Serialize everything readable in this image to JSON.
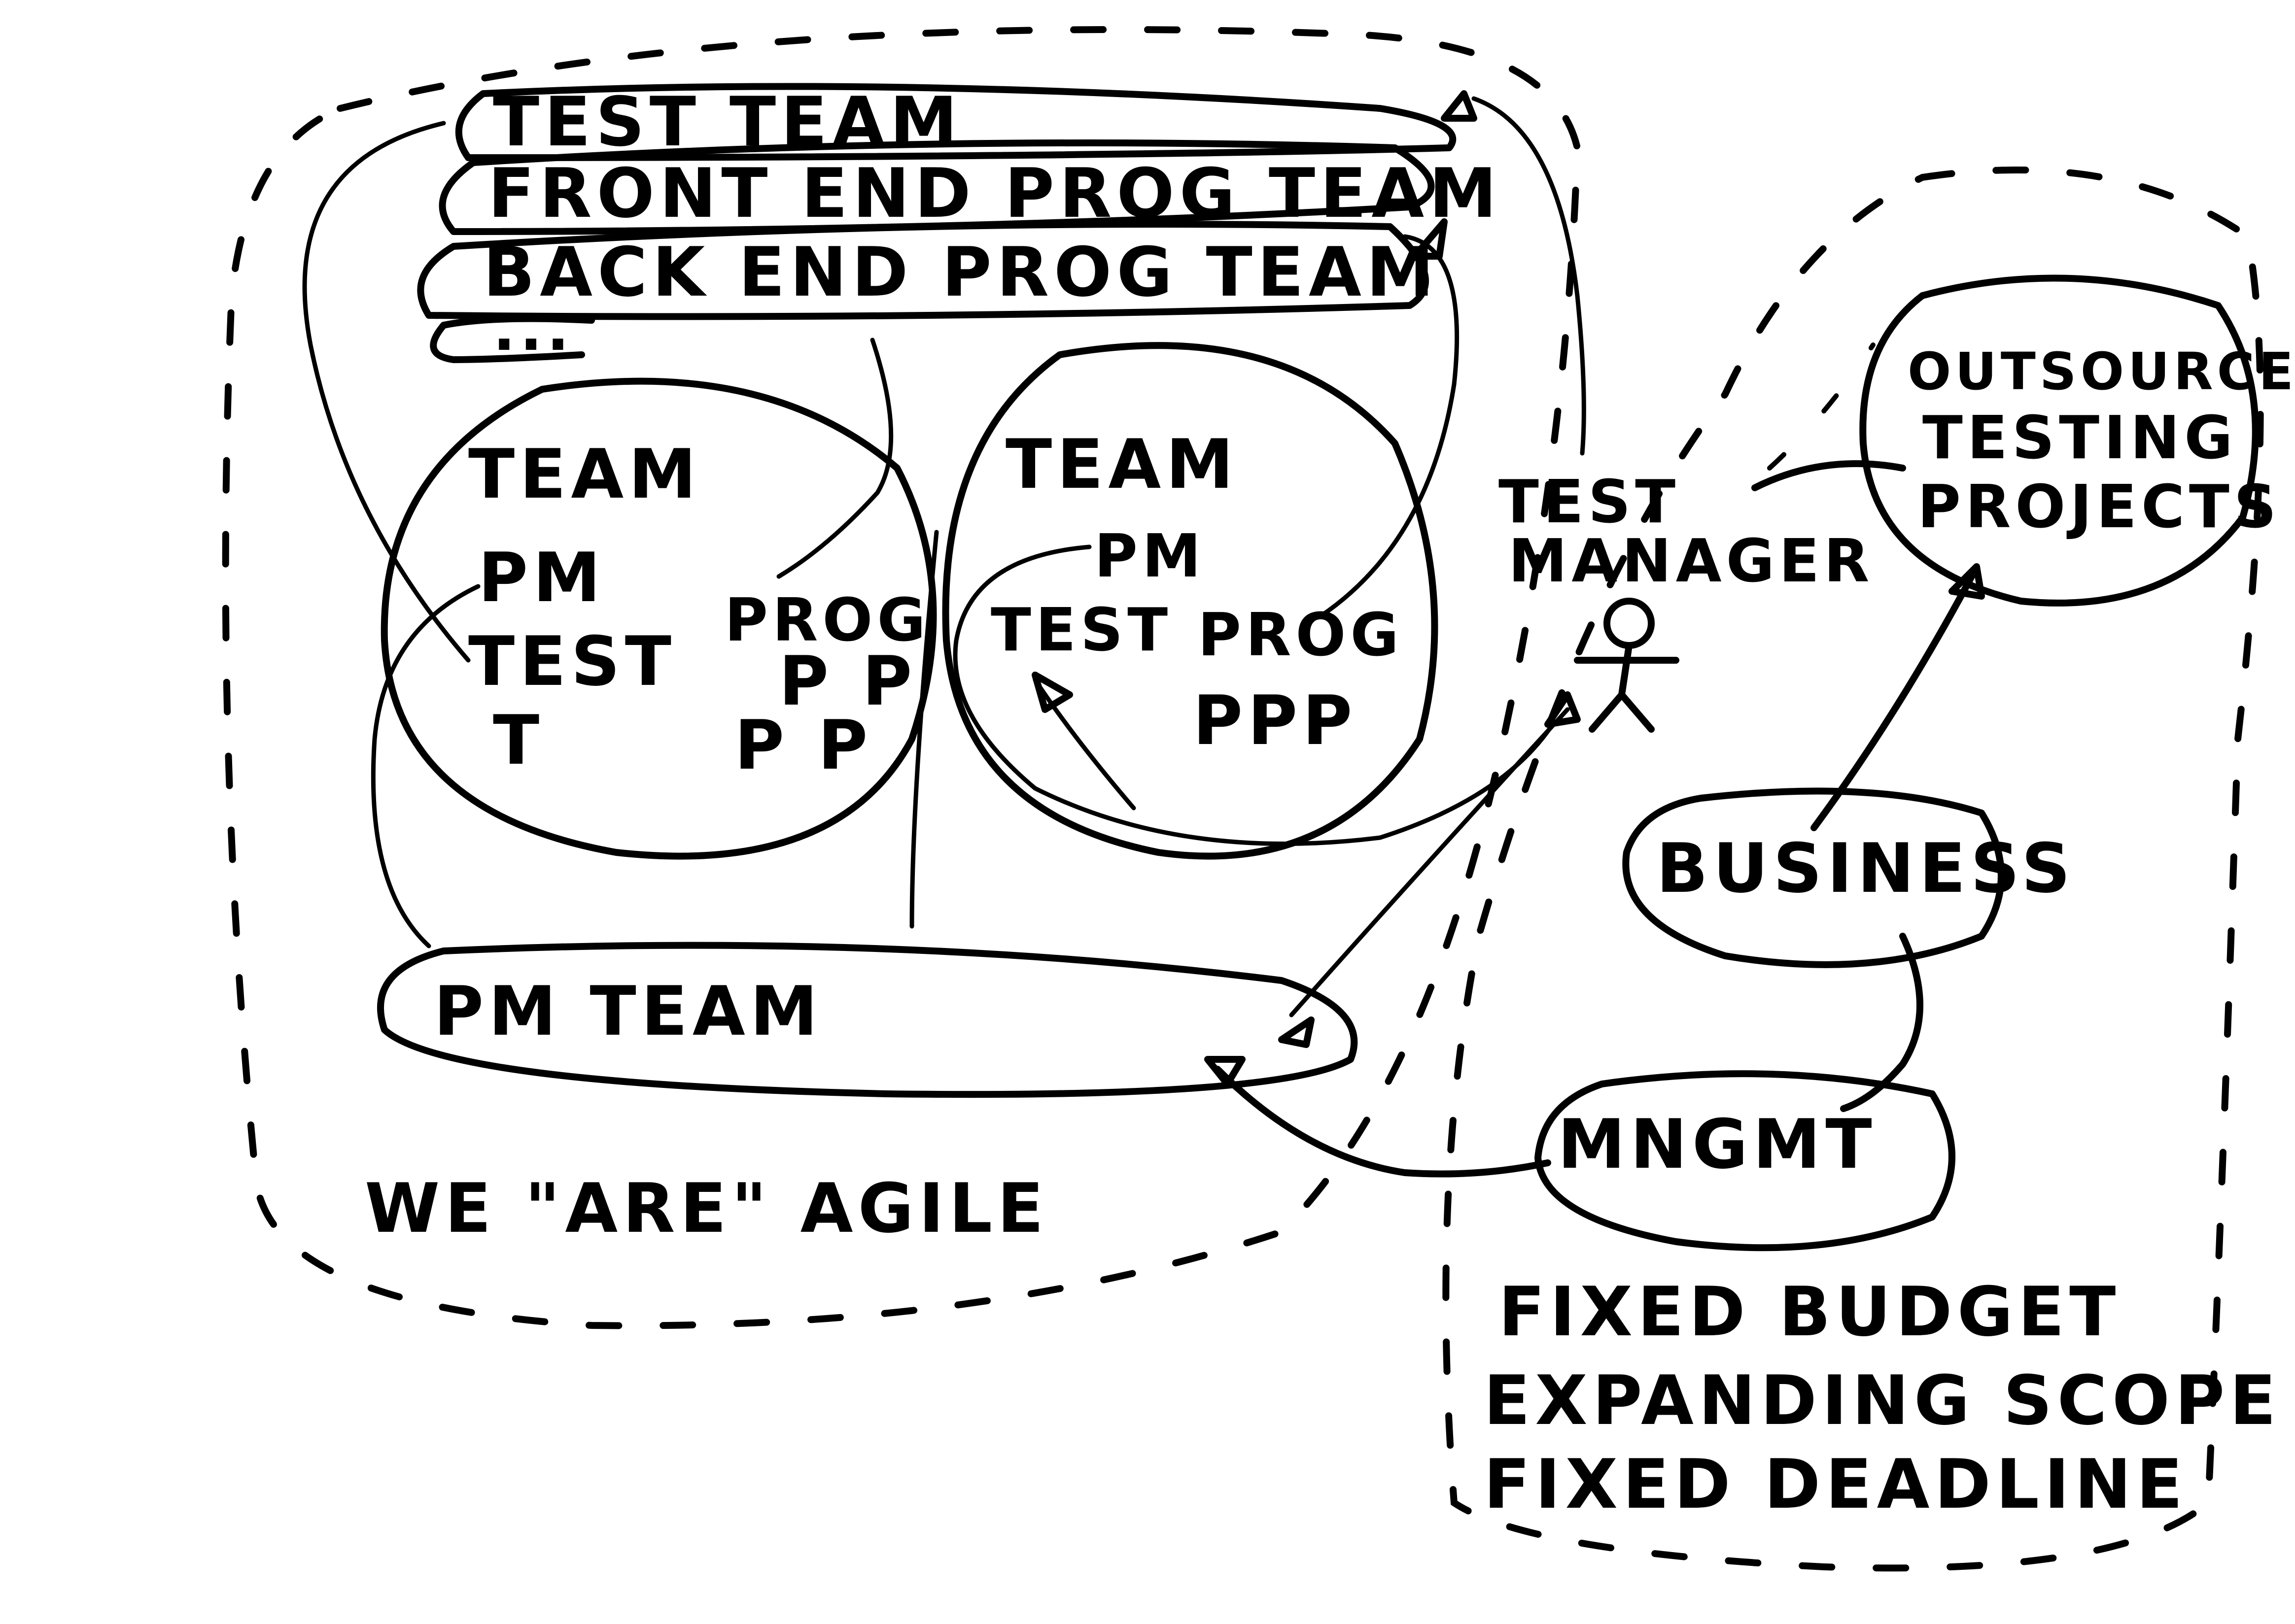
{
  "labels": {
    "test_team": "TEST TEAM",
    "front_end_team": "FRONT END PROG TEAM",
    "back_end_team": "BACK END PROG TEAM",
    "more_teams": "...",
    "team_left_title": "TEAM",
    "team_left_pm": "PM",
    "team_left_test": "TEST",
    "team_left_t": "T",
    "team_left_prog": "PROG",
    "team_left_pp1": "P P",
    "team_left_pp2": "P P",
    "team_right_title": "TEAM",
    "team_right_pm": "PM",
    "team_right_test": "TEST",
    "team_right_prog": "PROG",
    "team_right_ppp": "PPP",
    "pm_team": "PM TEAM",
    "agile_caption": "WE \"ARE\" AGILE",
    "test_manager_line1": "TEST",
    "test_manager_line2": "MANAGER",
    "outsourced_line1": "OUTSOURCED",
    "outsourced_line2": "TESTING",
    "outsourced_line3": "PROJECTS",
    "business": "BUSINESS",
    "mngmt": "MNGMT",
    "constraint_1": "FIXED BUDGET",
    "constraint_2": "EXPANDING SCOPE",
    "constraint_3": "FIXED DEADLINE"
  },
  "colors": {
    "ink": "#000000",
    "paper": "#ffffff"
  }
}
